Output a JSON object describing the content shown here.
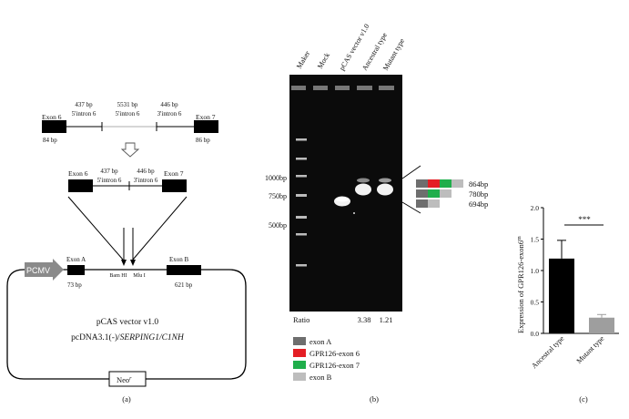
{
  "panel_a": {
    "panel_label": "(a)",
    "genomic": {
      "exon6_label": "Exon 6",
      "exon6_size": "84 bp",
      "exon7_label": "Exon 7",
      "exon7_size": "86 bp",
      "seg1_size": "437 bp",
      "seg1_name": "5'intron 6",
      "seg2_size": "5531 bp",
      "seg2_name": "5'intron 6",
      "seg3_size": "446 bp",
      "seg3_name": "3'intron 6"
    },
    "minigene": {
      "exon6_label": "Exon 6",
      "exon7_label": "Exon 7",
      "seg1_size": "437 bp",
      "seg1_name": "5'intron 6",
      "seg2_size": "446 bp",
      "seg2_name": "3'intron 6"
    },
    "vector": {
      "promoter": "PCMV",
      "exonA_label": "Exon A",
      "exonA_size": "73 bp",
      "exonB_label": "Exon B",
      "exonB_size": "621 bp",
      "site1": "Bam HI",
      "site2": "Mlu I",
      "name1": "pCAS vector v1.0",
      "name2_prefix": "pcDNA3.1(-)/",
      "name2_italic": "SERPING1/C1NH",
      "neo_base": "Neo",
      "neo_sup": "r"
    }
  },
  "panel_b": {
    "panel_label": "(b)",
    "lanes": [
      "Maker",
      "Mock",
      "pCAS vector v1.0",
      "Ancestral type",
      "Mutant type"
    ],
    "ladder_labels": [
      "1000bp",
      "750bp",
      "500bp"
    ],
    "band_labels": [
      "864bp",
      "780bp",
      "694bp"
    ],
    "ratio_label": "Ratio",
    "ratio_values": [
      "3.38",
      "1.21"
    ],
    "legend": [
      {
        "label": "exon A",
        "color": "#6e6e6e"
      },
      {
        "label": "GPR126-exon 6",
        "color": "#e41e25"
      },
      {
        "label": "GPR126-exon 7",
        "color": "#1fae4b"
      },
      {
        "label": "exon B",
        "color": "#bdbdbd"
      }
    ]
  },
  "panel_c": {
    "panel_label": "(c)",
    "significance": "***",
    "ylabel_main": "Expression of GPR126-exon6",
    "ylabel_sup": "m",
    "chart_data": {
      "type": "bar",
      "categories": [
        "Ancestral type",
        "Mutant type"
      ],
      "values": [
        1.19,
        0.25
      ],
      "errors": [
        0.29,
        0.05
      ],
      "colors": [
        "#000000",
        "#9e9e9e"
      ],
      "ylim": [
        0,
        2.0
      ],
      "yticks": [
        "0.0",
        "0.5",
        "1.0",
        "1.5",
        "2.0"
      ],
      "ylabel": "Expression of GPR126-exon6m"
    }
  }
}
